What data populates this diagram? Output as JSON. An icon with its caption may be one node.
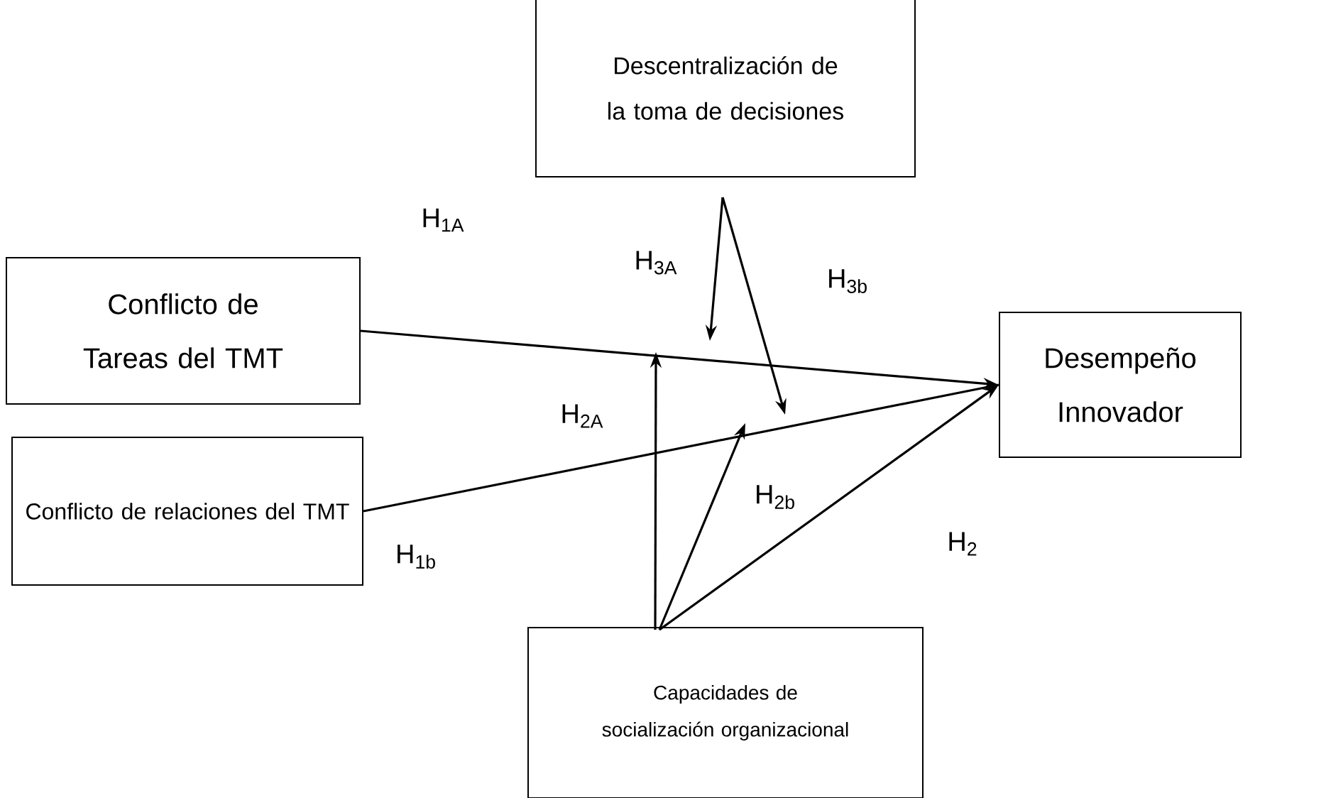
{
  "diagram": {
    "nodes": [
      {
        "text": [
          "Descentralización de la toma de decisiones"
        ]
      },
      {
        "text": [
          "Conflicto de Tareas del TMT"
        ]
      },
      {
        "text": [
          "Conflicto de relaciones del TMT"
        ]
      },
      {
        "text": [
          "Desempeño Innovador"
        ]
      },
      {
        "text": [
          "Capacidades de socialización organizacional"
        ]
      }
    ],
    "edges": [
      {
        "from": 1,
        "to": 3,
        "arrow": "to",
        "label": "H$_{1A}$"
      },
      {
        "from": 2,
        "to": 3,
        "arrow": "none",
        "label": "H$_{1b}$"
      },
      {
        "from": 4,
        "to": 3,
        "arrow": "to",
        "label": "H$_{2}$"
      },
      {
        "from": 4,
        "to": null,
        "arrow": "to",
        "label": "H$_{2A}$"
      },
      {
        "from": 4,
        "to": null,
        "arrow": "to",
        "label": "H$_{2b}$"
      },
      {
        "from": 0,
        "to": null,
        "arrow": "to",
        "label": "H$_{3A}$"
      },
      {
        "from": 0,
        "to": null,
        "arrow": "to",
        "label": "H$_{3b}$"
      }
    ]
  }
}
